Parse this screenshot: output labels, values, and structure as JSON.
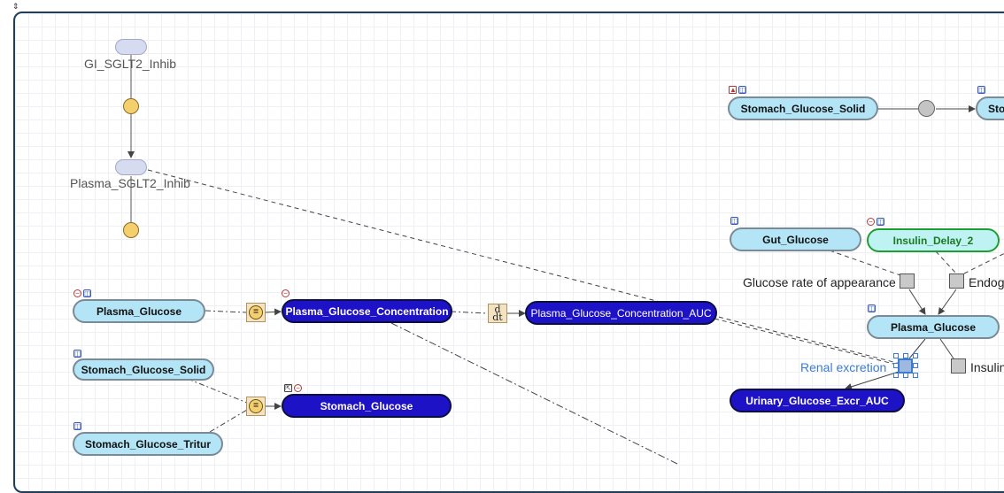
{
  "canvas": {
    "grid_color": "#eef0f4",
    "border_color": "#1f3d5c"
  },
  "nodes": {
    "gi_sglt2_inhib": "GI_SGLT2_Inhib",
    "plasma_sglt2_inhib": "Plasma_SGLT2_Inhib",
    "plasma_glucose_left": "Plasma_Glucose",
    "plasma_glucose_concentration": "Plasma_Glucose_Concentration",
    "plasma_glucose_concentration_auc": "Plasma_Glucose_Concentration_AUC",
    "stomach_glucose_solid_left": "Stomach_Glucose_Solid",
    "stomach_glucose": "Stomach_Glucose",
    "stomach_glucose_tritur": "Stomach_Glucose_Tritur",
    "stomach_glucose_solid_right": "Stomach_Glucose_Solid",
    "stomach_clip": "Sto",
    "gut_glucose": "Gut_Glucose",
    "insulin_delay_2": "Insulin_Delay_2",
    "plasma_glucose_right": "Plasma_Glucose",
    "urinary_glucose_excr_auc": "Urinary_Glucose_Excr_AUC"
  },
  "processes": {
    "glucose_rate_of_appearance": "Glucose rate of appearance",
    "endogenous_clip": "Endog",
    "renal_excretion": "Renal excretion",
    "insulin_clip": "Insulin"
  },
  "operators": {
    "equals_symbol": "=",
    "derivative_top": "d",
    "derivative_bottom": "dt"
  },
  "colors": {
    "state_light": "#b3e5f7",
    "state_dark": "#1e12c7",
    "insulin_border": "#1f9e33",
    "selection": "#3a7bd5"
  }
}
